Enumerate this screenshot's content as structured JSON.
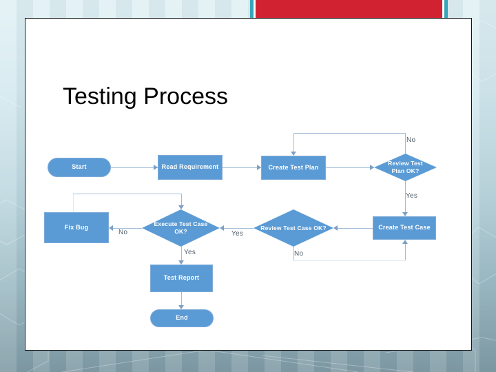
{
  "slide": {
    "title": "Testing Process",
    "accent_bar_color": "#d02230",
    "accent_border_color": "#36a4b9"
  },
  "flowchart": {
    "node_fill": "#5b9bd5",
    "node_text_color": "#ffffff",
    "connector_color": "#a3bdd8",
    "nodes": [
      {
        "id": "start",
        "type": "terminator",
        "label": "Start"
      },
      {
        "id": "read-requirement",
        "type": "process",
        "label": "Read Requirement"
      },
      {
        "id": "create-test-plan",
        "type": "process",
        "label": "Create Test Plan"
      },
      {
        "id": "review-test-plan",
        "type": "decision",
        "label": "Review Test Plan OK?"
      },
      {
        "id": "fix-bug",
        "type": "process",
        "label": "Fix Bug"
      },
      {
        "id": "execute-test-case",
        "type": "decision",
        "label": "Execute Test Case OK?"
      },
      {
        "id": "review-test-case",
        "type": "decision",
        "label": "Review Test Case OK?"
      },
      {
        "id": "create-test-case",
        "type": "process",
        "label": "Create Test Case"
      },
      {
        "id": "test-report",
        "type": "process",
        "label": "Test Report"
      },
      {
        "id": "end",
        "type": "terminator",
        "label": "End"
      }
    ],
    "edge_labels": [
      {
        "id": "review-plan-no",
        "text": "No"
      },
      {
        "id": "review-plan-yes",
        "text": "Yes"
      },
      {
        "id": "execute-no",
        "text": "No"
      },
      {
        "id": "review-case-yes",
        "text": "Yes"
      },
      {
        "id": "execute-yes",
        "text": "Yes"
      },
      {
        "id": "review-case-no",
        "text": "No"
      }
    ]
  }
}
